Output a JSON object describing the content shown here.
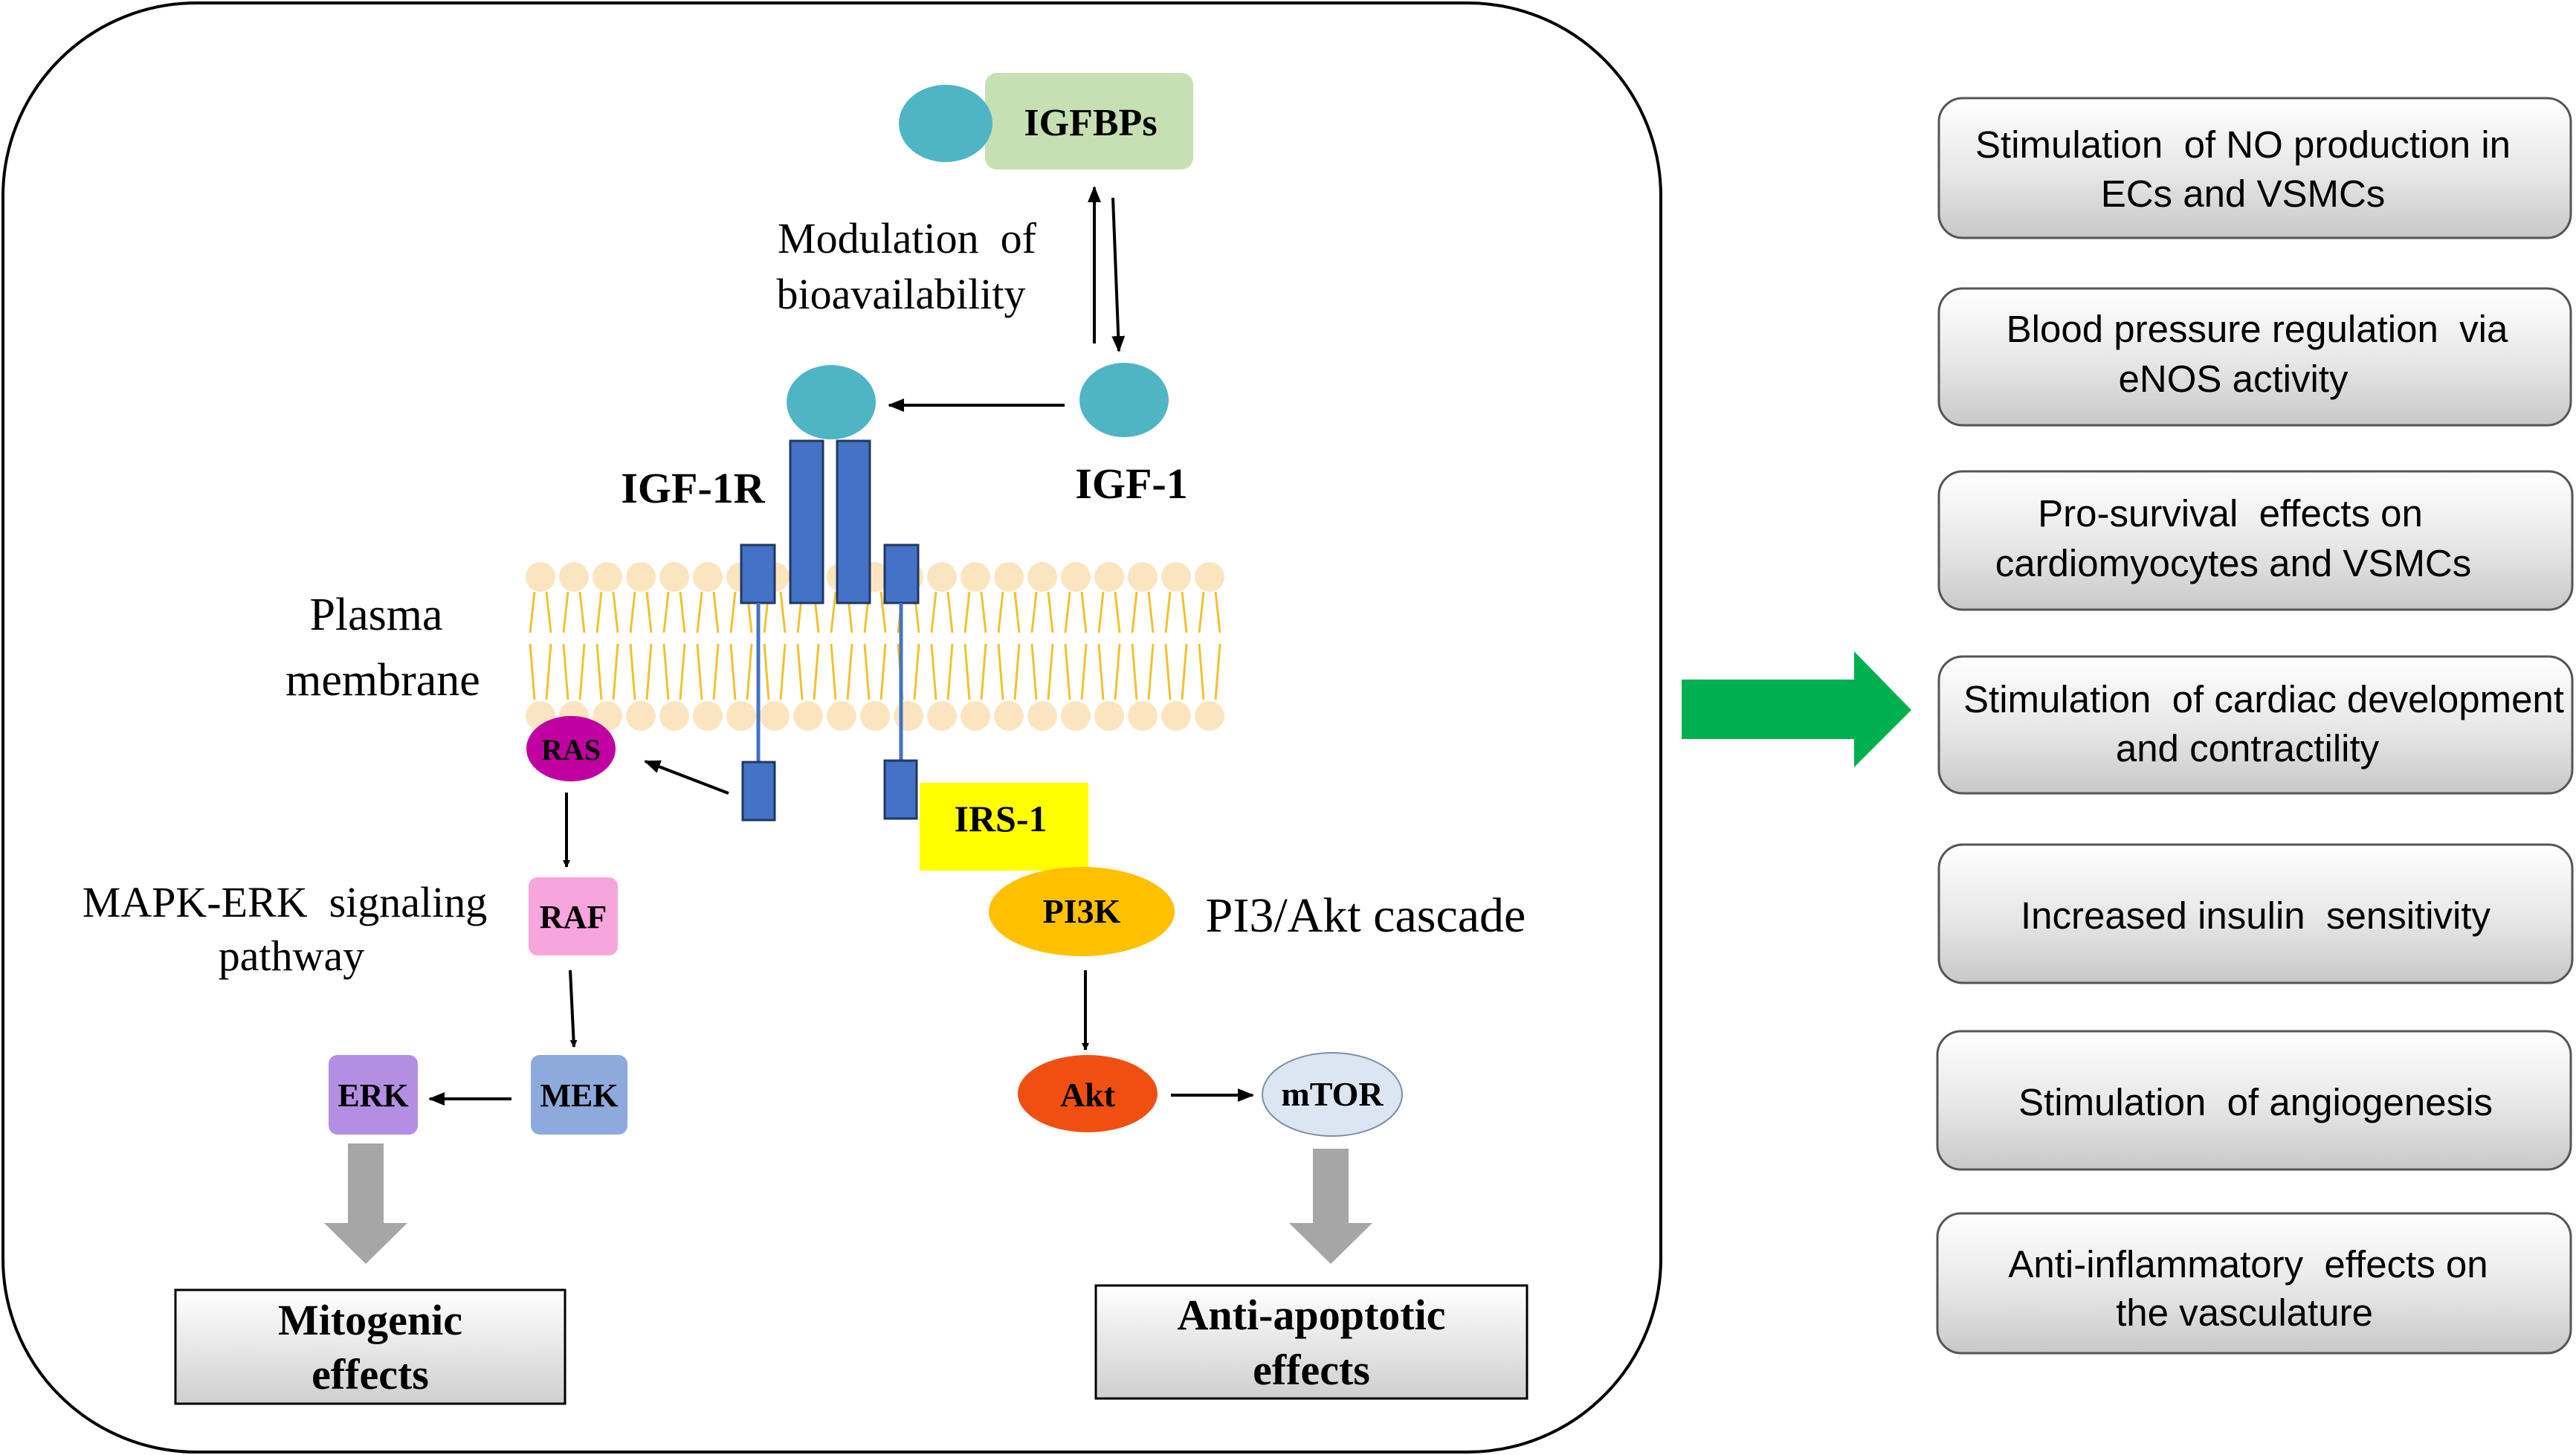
{
  "colors": {
    "frame": "#000000",
    "ligand": "#4fb5c4",
    "igfbp_box": "#c6e0b4",
    "receptor": "#4472c4",
    "receptor_edge": "#1f3864",
    "lipid_head": "#fbe5c0",
    "lipid_tail": "#f2c12e",
    "ras": "#c000a0",
    "raf": "#f6a6dc",
    "mek": "#8ea9db",
    "erk": "#b48ee3",
    "irs": "#ffff00",
    "pi3k": "#ffc000",
    "akt": "#f04f12",
    "mtor": "#dce6f2",
    "grey_arrow": "#a6a6a6",
    "green_arrow": "#00b050"
  },
  "labels": {
    "igfbps": "IGFBPs",
    "modulation_line1": "Modulation  of",
    "modulation_line2": "bioavailability",
    "igf1r": "IGF-1R",
    "igf1": "IGF-1",
    "plasma_line1": "Plasma",
    "plasma_line2": "membrane",
    "ras": "RAS",
    "raf": "RAF",
    "mek": "MEK",
    "erk": "ERK",
    "mapk_line1": "MAPK-ERK  signaling",
    "mapk_line2": "pathway",
    "irs1": "IRS-1",
    "pi3k": "PI3K",
    "pi3_cascade": "PI3/Akt cascade",
    "akt": "Akt",
    "mtor": "mTOR"
  },
  "outcomes": {
    "mitogenic_line1": "Mitogenic",
    "mitogenic_line2": "effects",
    "antiapoptotic_line1": "Anti-apoptotic",
    "antiapoptotic_line2": "effects"
  },
  "effects": [
    {
      "line1": "Stimulation  of NO production in",
      "line2": "ECs and VSMCs"
    },
    {
      "line1": "Blood pressure regulation  via",
      "line2": "eNOS activity"
    },
    {
      "line1": "Pro-survival  effects on",
      "line2": "cardiomyocytes and VSMCs"
    },
    {
      "line1": "Stimulation  of cardiac development",
      "line2": "and contractility"
    },
    {
      "line1": "Increased insulin  sensitivity",
      "line2": ""
    },
    {
      "line1": "Stimulation  of angiogenesis",
      "line2": ""
    },
    {
      "line1": "Anti-inflammatory  effects on",
      "line2": "the vasculature"
    }
  ]
}
